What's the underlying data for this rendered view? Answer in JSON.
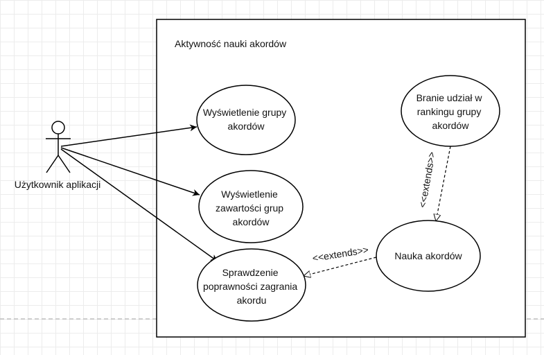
{
  "system_boundary": {
    "title": "Aktywność nauki akordów"
  },
  "actor": {
    "name": "Użytkownik aplikacji"
  },
  "use_cases": [
    {
      "id": "uc1",
      "lines": [
        "Wyświetlenie grupy",
        "akordów"
      ]
    },
    {
      "id": "uc2",
      "lines": [
        "Wyświetlenie",
        "zawartości grup",
        "akordów"
      ]
    },
    {
      "id": "uc3",
      "lines": [
        "Sprawdzenie",
        "poprawności zagrania",
        "akordu"
      ]
    },
    {
      "id": "uc4",
      "lines": [
        "Branie udział w",
        "rankingu grupy",
        "akordów"
      ]
    },
    {
      "id": "uc5",
      "lines": [
        "Nauka akordów"
      ]
    }
  ],
  "relations": [
    {
      "type": "association",
      "from": "actor",
      "to": "uc1"
    },
    {
      "type": "association",
      "from": "actor",
      "to": "uc2"
    },
    {
      "type": "association",
      "from": "actor",
      "to": "uc3"
    },
    {
      "type": "extends",
      "label": "<<extends>>",
      "from": "uc4",
      "to": "uc5"
    },
    {
      "type": "extends",
      "label": "<<extends>>",
      "from": "uc5",
      "to": "uc3"
    }
  ],
  "colors": {
    "stroke": "#000000",
    "grid": "#ececec",
    "page_break": "#bdbdbd"
  }
}
